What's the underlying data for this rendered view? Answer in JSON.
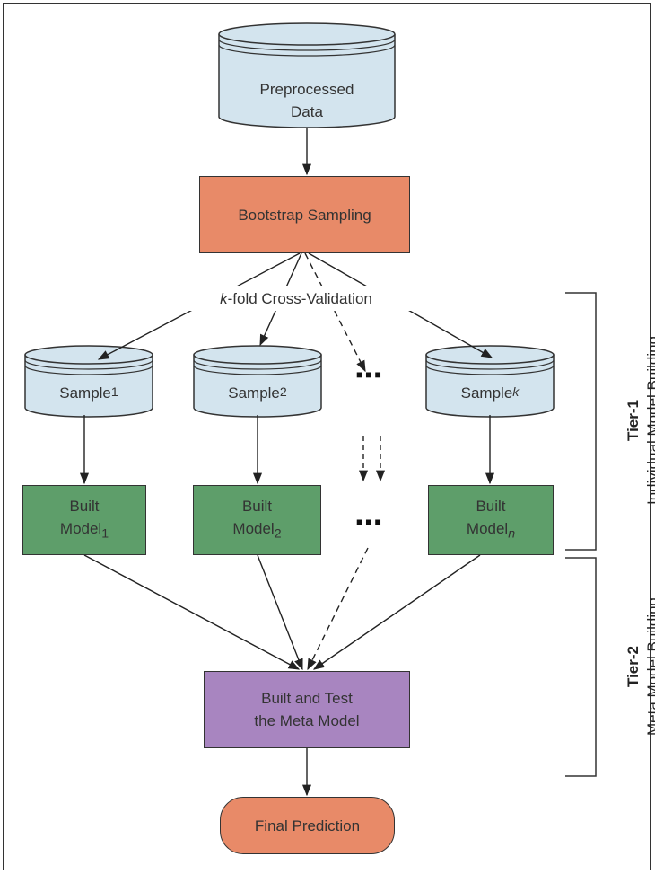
{
  "nodes": {
    "preprocessed": "Preprocessed\nData",
    "bootstrap": "Bootstrap Sampling",
    "kfold_italic": "k",
    "kfold_rest": "-fold Cross-Validation",
    "sample1": {
      "base": "Sample",
      "sub": "1"
    },
    "sample2": {
      "base": "Sample",
      "sub": "2"
    },
    "samplek": {
      "base": "Sample",
      "sub": "k"
    },
    "model1": {
      "line1": "Built",
      "base": "Model",
      "sub": "1"
    },
    "model2": {
      "line1": "Built",
      "base": "Model",
      "sub": "2"
    },
    "modeln": {
      "line1": "Built",
      "base": "Model",
      "sub": "n"
    },
    "meta": "Built and Test\nthe Meta Model",
    "final": "Final Prediction"
  },
  "tiers": {
    "tier1": {
      "title": "Tier-1",
      "subtitle": "Individual Model Building"
    },
    "tier2": {
      "title": "Tier-2",
      "subtitle": "Meta Model Building"
    }
  },
  "ellipsis": "■■■",
  "colors": {
    "cylinder_fill": "#d3e4ee",
    "bootstrap_fill": "#e88a68",
    "model_fill": "#5e9e6a",
    "meta_fill": "#a885c0",
    "final_fill": "#e88a68"
  }
}
